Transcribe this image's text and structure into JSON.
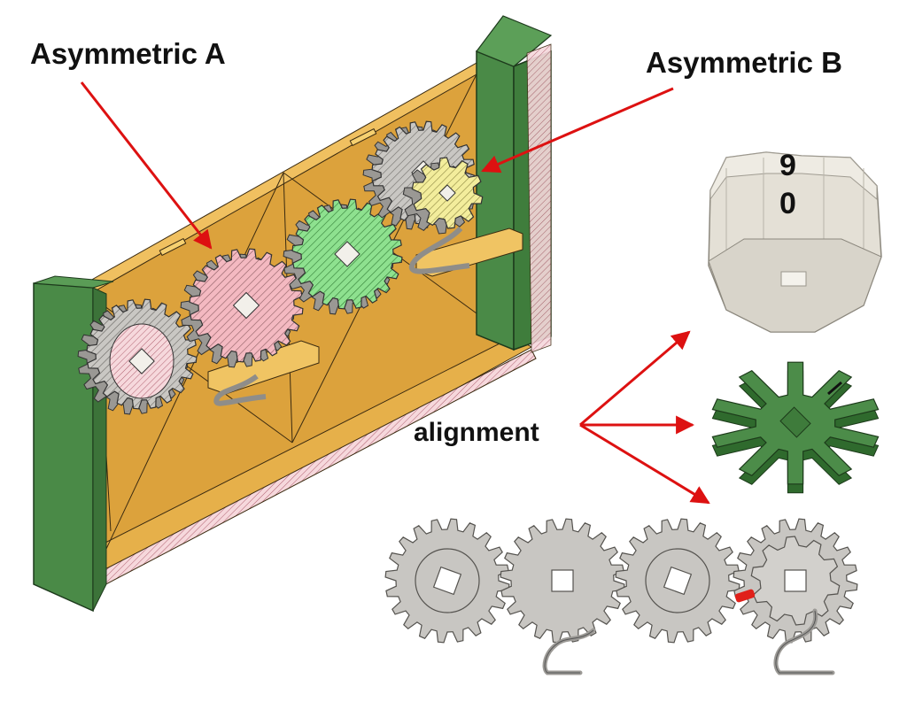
{
  "labels": {
    "asymmetric_a": "Asymmetric A",
    "asymmetric_b": "Asymmetric B",
    "alignment": "alignment"
  },
  "dial_digits": {
    "top": "9",
    "bottom": "0"
  },
  "colors": {
    "frame_green": "#4a8a47",
    "box_orange": "#e0a43a",
    "gear_gray": "#c8c6c2",
    "gear_pink": "#f4b8c0",
    "gear_green": "#8de08e",
    "gear_yellow": "#f2ec9a",
    "dial_beige": "#e6e2d8",
    "star_green": "#4c8c49",
    "arrow_red": "#dd1111"
  }
}
